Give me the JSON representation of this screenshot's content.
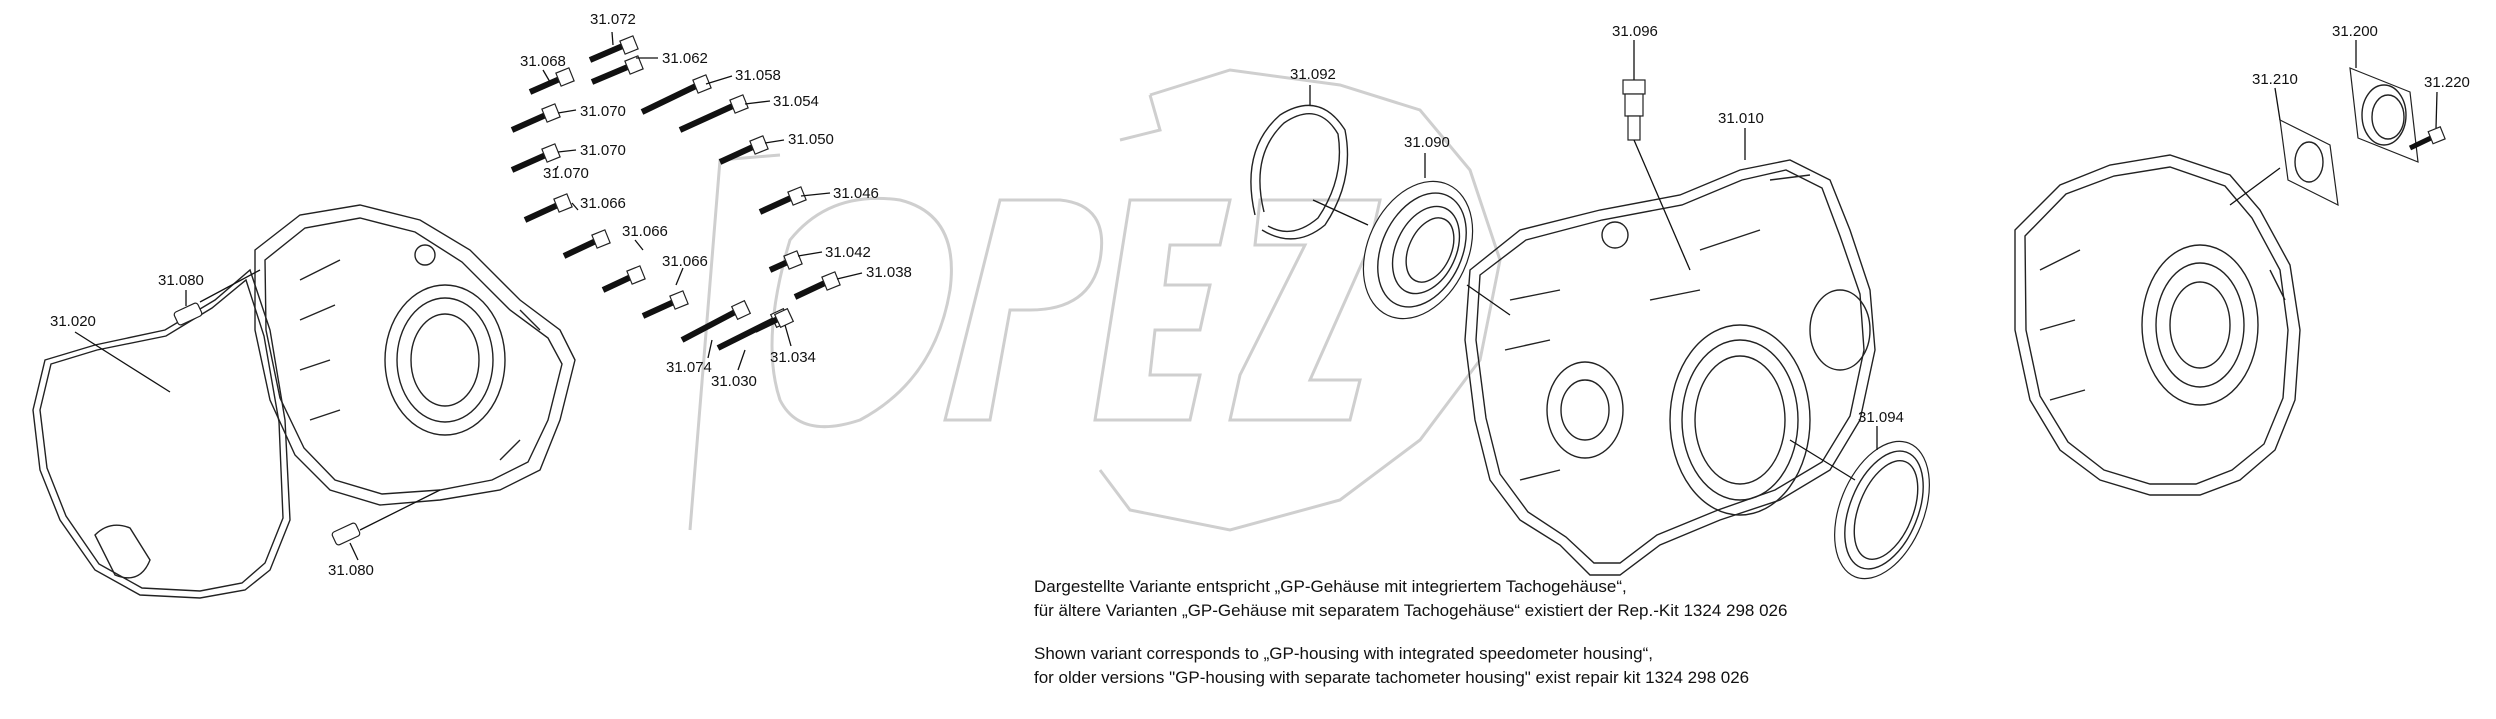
{
  "watermark": "OPEZ",
  "part_labels": [
    {
      "id": "31.072",
      "text": "31.072"
    },
    {
      "id": "31.068",
      "text": "31.068"
    },
    {
      "id": "31.062",
      "text": "31.062"
    },
    {
      "id": "31.058",
      "text": "31.058"
    },
    {
      "id": "31.070a",
      "text": "31.070"
    },
    {
      "id": "31.054",
      "text": "31.054"
    },
    {
      "id": "31.070b",
      "text": "31.070"
    },
    {
      "id": "31.050",
      "text": "31.050"
    },
    {
      "id": "31.070c",
      "text": "31.070"
    },
    {
      "id": "31.046",
      "text": "31.046"
    },
    {
      "id": "31.066a",
      "text": "31.066"
    },
    {
      "id": "31.066b",
      "text": "31.066"
    },
    {
      "id": "31.042",
      "text": "31.042"
    },
    {
      "id": "31.066c",
      "text": "31.066"
    },
    {
      "id": "31.038",
      "text": "31.038"
    },
    {
      "id": "31.080a",
      "text": "31.080"
    },
    {
      "id": "31.020",
      "text": "31.020"
    },
    {
      "id": "31.074",
      "text": "31.074"
    },
    {
      "id": "31.034",
      "text": "31.034"
    },
    {
      "id": "31.030",
      "text": "31.030"
    },
    {
      "id": "31.080b",
      "text": "31.080"
    },
    {
      "id": "31.092",
      "text": "31.092"
    },
    {
      "id": "31.090",
      "text": "31.090"
    },
    {
      "id": "31.096",
      "text": "31.096"
    },
    {
      "id": "31.010",
      "text": "31.010"
    },
    {
      "id": "31.094",
      "text": "31.094"
    },
    {
      "id": "31.210",
      "text": "31.210"
    },
    {
      "id": "31.200",
      "text": "31.200"
    },
    {
      "id": "31.220",
      "text": "31.220"
    }
  ],
  "notes": {
    "de_line1": "Dargestellte Variante entspricht „GP-Gehäuse mit integriertem Tachogehäuse“,",
    "de_line2": "für ältere Varianten „GP-Gehäuse mit separatem Tachogehäuse“ existiert der Rep.-Kit 1324 298 026",
    "en_line1": "Shown variant corresponds to „GP-housing with integrated speedometer housing“,",
    "en_line2": "for older versions \"GP-housing with separate tachometer housing\" exist repair kit 1324 298 026"
  }
}
